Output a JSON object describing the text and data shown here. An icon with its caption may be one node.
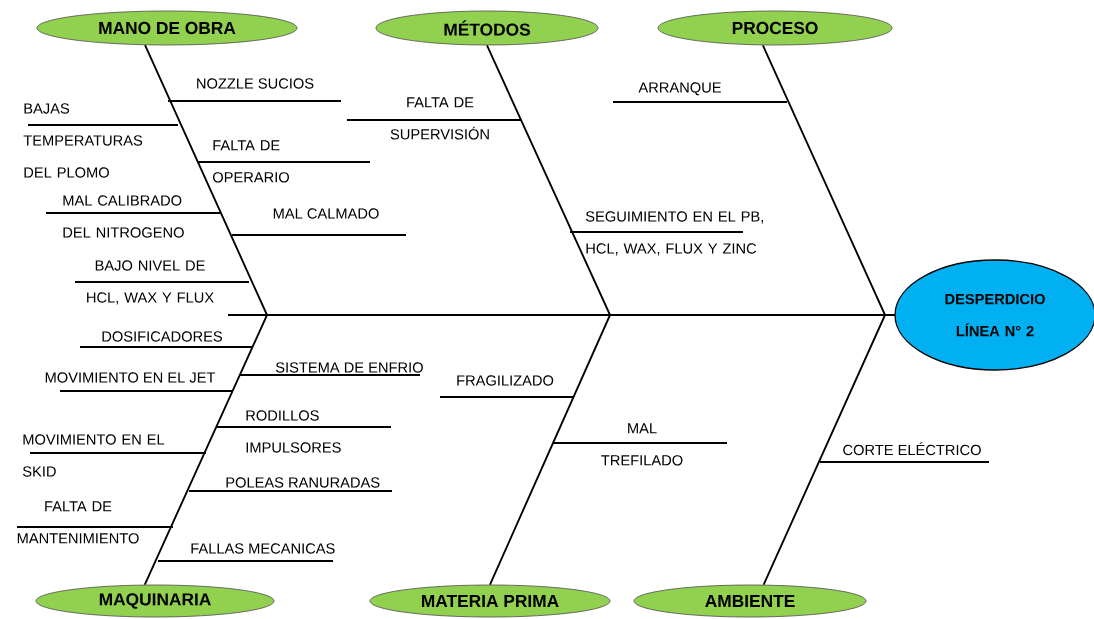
{
  "diagram": {
    "nodes": [
      {
        "text": [
          "MANO DE OBRA"
        ]
      },
      {
        "text": [
          "MÉTODOS"
        ]
      },
      {
        "text": [
          "PROCESO"
        ]
      },
      {
        "text": [
          "DESPERDICIO LÍNEA N° 2"
        ]
      },
      {
        "text": [
          "MAQUINARIA"
        ]
      },
      {
        "text": [
          "MATERIA PRIMA"
        ]
      },
      {
        "text": [
          "AMBIENTE"
        ]
      },
      {
        "text": [
          "NOZZLE SUCIOS"
        ]
      },
      {
        "text": [
          "BAJAS TEMPERATURAS DEL PLOMO"
        ]
      },
      {
        "text": [
          "FALTA DE OPERARIO"
        ]
      },
      {
        "text": [
          "MAL CALIBRADO DEL NITROGENO"
        ]
      },
      {
        "text": [
          "MAL CALMADO"
        ]
      },
      {
        "text": [
          "BAJO NIVEL DE HCL, WAX Y FLUX"
        ]
      },
      {
        "text": [
          "FALTA DE SUPERVISIÓN"
        ]
      },
      {
        "text": [
          "SEGUIMIENTO EN EL PB, HCL, WAX, FLUX Y ZINC"
        ]
      },
      {
        "text": [
          "ARRANQUE"
        ]
      },
      {
        "text": [
          "DOSIFICADORES"
        ]
      },
      {
        "text": [
          "SISTEMA DE ENFRIO"
        ]
      },
      {
        "text": [
          "MOVIMIENTO EN EL JET"
        ]
      },
      {
        "text": [
          "RODILLOS IMPULSORES"
        ]
      },
      {
        "text": [
          "MOVIMIENTO EN EL SKID"
        ]
      },
      {
        "text": [
          "POLEAS RANURADAS"
        ]
      },
      {
        "text": [
          "FALTA DE MANTENIMIENTO"
        ]
      },
      {
        "text": [
          "FALLAS MECANICAS"
        ]
      },
      {
        "text": [
          "FRAGILIZADO"
        ]
      },
      {
        "text": [
          "MAL TREFILADO"
        ]
      },
      {
        "text": [
          "CORTE ELÉCTRICO"
        ]
      }
    ],
    "edges": [
      {
        "from": 0,
        "to": 3,
        "arrow": "none"
      },
      {
        "from": 1,
        "to": 3,
        "arrow": "none"
      },
      {
        "from": 2,
        "to": 3,
        "arrow": "none"
      },
      {
        "from": 4,
        "to": 3,
        "arrow": "none"
      },
      {
        "from": 5,
        "to": 3,
        "arrow": "none"
      },
      {
        "from": 6,
        "to": 3,
        "arrow": "none"
      },
      {
        "from": 7,
        "to": null,
        "arrow": "none"
      },
      {
        "from": 8,
        "to": null,
        "arrow": "none"
      },
      {
        "from": 9,
        "to": null,
        "arrow": "none"
      },
      {
        "from": 10,
        "to": null,
        "arrow": "none"
      },
      {
        "from": 11,
        "to": null,
        "arrow": "none"
      },
      {
        "from": 12,
        "to": null,
        "arrow": "none"
      },
      {
        "from": 13,
        "to": null,
        "arrow": "none"
      },
      {
        "from": 14,
        "to": null,
        "arrow": "none"
      },
      {
        "from": 15,
        "to": null,
        "arrow": "none"
      },
      {
        "from": 16,
        "to": null,
        "arrow": "none"
      },
      {
        "from": 17,
        "to": null,
        "arrow": "none"
      },
      {
        "from": 18,
        "to": null,
        "arrow": "none"
      },
      {
        "from": 19,
        "to": null,
        "arrow": "none"
      },
      {
        "from": 20,
        "to": null,
        "arrow": "none"
      },
      {
        "from": 21,
        "to": null,
        "arrow": "none"
      },
      {
        "from": 22,
        "to": null,
        "arrow": "none"
      },
      {
        "from": 23,
        "to": null,
        "arrow": "none"
      },
      {
        "from": 24,
        "to": null,
        "arrow": "none"
      },
      {
        "from": 25,
        "to": null,
        "arrow": "none"
      },
      {
        "from": 26,
        "to": null,
        "arrow": "none"
      }
    ]
  }
}
